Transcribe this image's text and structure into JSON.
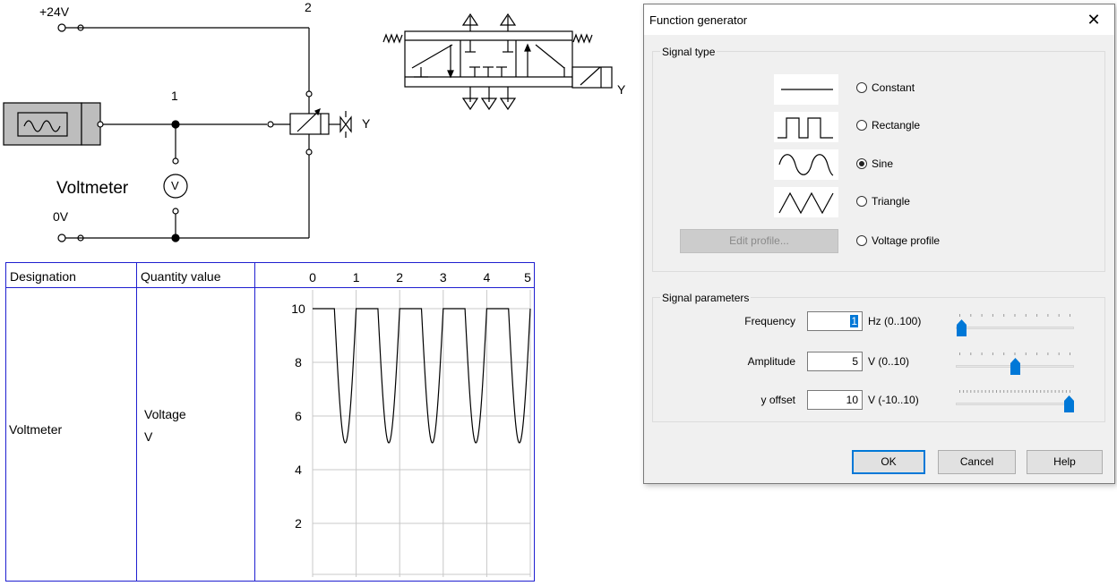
{
  "circuit": {
    "supply_plus": "+24V",
    "supply_zero": "0V",
    "node_1": "1",
    "node_2": "2",
    "voltmeter_label": "Voltmeter",
    "voltmeter_symbol": "V",
    "solenoid_label": "Y",
    "valve_solenoid_label": "Y"
  },
  "table": {
    "headers": [
      "Designation",
      "Quantity value"
    ],
    "row": {
      "designation": "Voltmeter",
      "quantity": "Voltage",
      "unit": "V"
    }
  },
  "chart_data": {
    "type": "line",
    "x_ticks": [
      "0",
      "1",
      "2",
      "3",
      "4",
      "5"
    ],
    "y_ticks": [
      "2",
      "4",
      "6",
      "8",
      "10"
    ],
    "xlim": [
      0,
      5
    ],
    "ylim": [
      0,
      10
    ],
    "grid": true,
    "series": [
      {
        "signal": "sine",
        "frequency": 1,
        "amplitude": 5,
        "offset": 10,
        "clip_max": 10
      }
    ]
  },
  "dialog": {
    "title": "Function generator",
    "signal_type_group": "Signal type",
    "options": [
      {
        "label": "Constant",
        "icon": "constant-wave-icon",
        "selected": false
      },
      {
        "label": "Rectangle",
        "icon": "rectangle-wave-icon",
        "selected": false
      },
      {
        "label": "Sine",
        "icon": "sine-wave-icon",
        "selected": true
      },
      {
        "label": "Triangle",
        "icon": "triangle-wave-icon",
        "selected": false
      },
      {
        "label": "Voltage profile",
        "icon": "",
        "selected": false
      }
    ],
    "edit_profile_label": "Edit profile...",
    "signal_params_group": "Signal parameters",
    "params": [
      {
        "label": "Frequency",
        "value": "1",
        "unit": "Hz (0..100)",
        "fraction": 0.01
      },
      {
        "label": "Amplitude",
        "value": "5",
        "unit": "V (0..10)",
        "fraction": 0.5
      },
      {
        "label": "y offset",
        "value": "10",
        "unit": "V (-10..10)",
        "fraction": 1.0
      }
    ],
    "ok_label": "OK",
    "cancel_label": "Cancel",
    "help_label": "Help",
    "accent_color": "#0078d7"
  }
}
